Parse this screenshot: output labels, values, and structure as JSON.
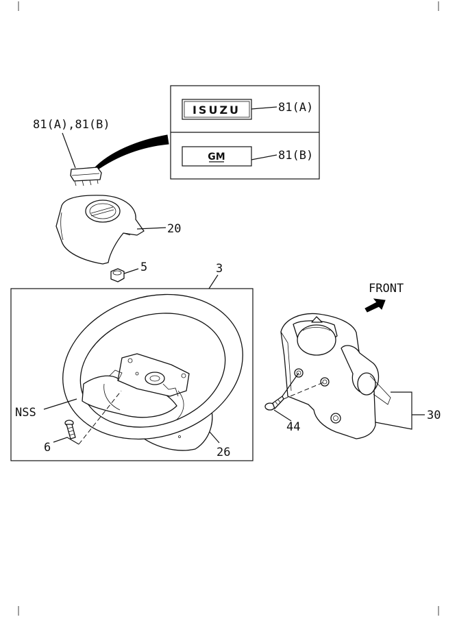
{
  "labels": {
    "emblem_callout": "81(A),81(B)",
    "emblem_a": "81(A)",
    "emblem_b": "81(B)",
    "cover": "20",
    "nut": "5",
    "wheel_assembly": "3",
    "nss": "NSS",
    "bolt": "6",
    "lower_cover": "26",
    "front": "FRONT",
    "screw": "44",
    "column_cover": "30"
  },
  "emblems": {
    "isuzu_text": "ISUZU",
    "gm_text": "GM"
  },
  "colors": {
    "line": "#111111",
    "background": "#ffffff",
    "fill_dark": "#000000"
  },
  "icons": {
    "front_direction": "arrow-icon"
  }
}
